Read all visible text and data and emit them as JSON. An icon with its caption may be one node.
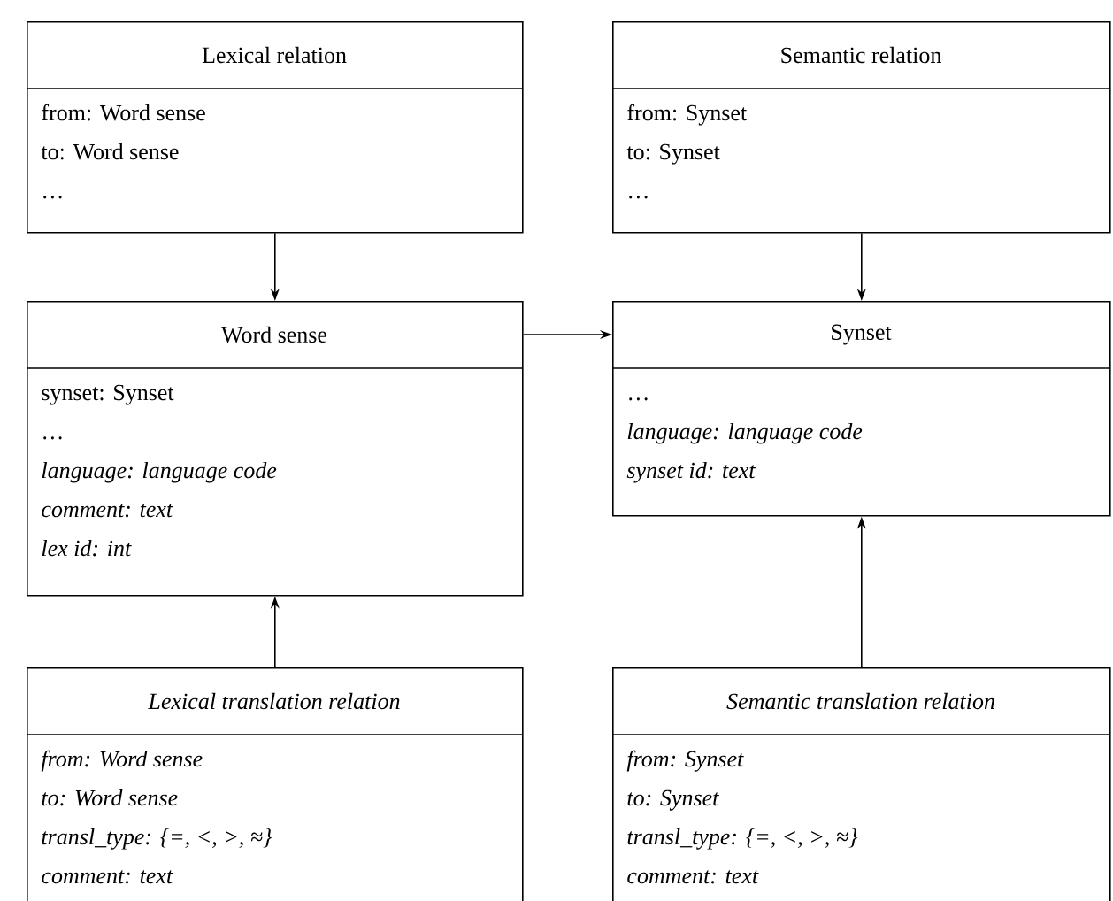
{
  "diagram": {
    "nodes": [
      {
        "text": [
          "Lexical relation",
          "from: Word sense",
          "to: Word sense",
          "…"
        ]
      },
      {
        "text": [
          "Semantic relation",
          "from: Synset",
          "to: Synset",
          "…"
        ]
      },
      {
        "text": [
          "Word sense",
          "synset: Synset",
          "…",
          "language: language code",
          "comment: text",
          "lex id: int"
        ]
      },
      {
        "text": [
          "Synset",
          "…",
          "language: language code",
          "synset id: text"
        ]
      },
      {
        "text": [
          "Lexical translation relation",
          "from: Word sense",
          "to: Word sense",
          "transl_type: {=, <, >, ≈}",
          "comment: text"
        ]
      },
      {
        "text": [
          "Semantic translation relation",
          "from: Synset",
          "to: Synset",
          "transl_type: {=, <, >, ≈}",
          "comment: text"
        ]
      }
    ],
    "edges": [
      {
        "from": 0,
        "to": 2,
        "arrow": "to"
      },
      {
        "from": 1,
        "to": 3,
        "arrow": "to"
      },
      {
        "from": 2,
        "to": 3,
        "arrow": "to"
      },
      {
        "from": 4,
        "to": 2,
        "arrow": "to"
      },
      {
        "from": 5,
        "to": 3,
        "arrow": "to"
      }
    ]
  }
}
